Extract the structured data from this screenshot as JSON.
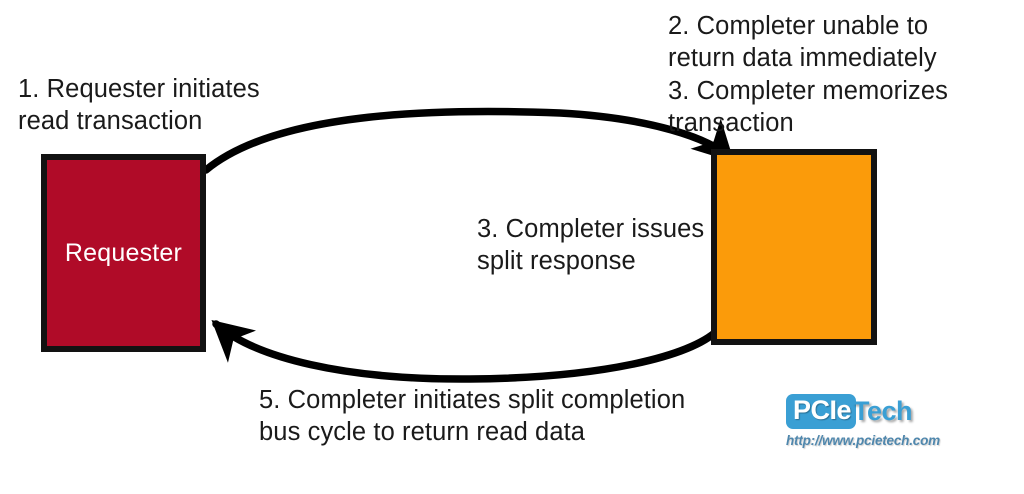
{
  "diagram": {
    "title": "PCIe split transaction read flow",
    "background_color": "#ffffff"
  },
  "nodes": [
    {
      "id": "requester",
      "label": "Requester",
      "fill_color": "#b00b28",
      "border_color": "#121212",
      "text_color": "#ffffff"
    },
    {
      "id": "completer",
      "label": "",
      "fill_color": "#fb9b0a",
      "border_color": "#121212",
      "text_color": "#000000"
    }
  ],
  "arrows": [
    {
      "id": "arrow-top",
      "from": "requester",
      "to": "completer",
      "direction": "left-to-right",
      "color": "#000000"
    },
    {
      "id": "arrow-bottom",
      "from": "completer",
      "to": "requester",
      "direction": "right-to-left",
      "color": "#000000"
    }
  ],
  "annotations": {
    "step1": "1. Requester initiates\nread transaction",
    "step2_step3": "2. Completer unable to\nreturn data immediately\n3. Completer memorizes\ntransaction",
    "step3_middle": "3. Completer issues\nsplit response",
    "step5": "5. Completer initiates split completion\nbus cycle to return read data"
  },
  "logo": {
    "badge_text": "PCIe",
    "word_text": "Tech",
    "url": "http://www.pcietech.com",
    "brand_color": "#3a9fd4",
    "url_color": "#4f87ad"
  }
}
